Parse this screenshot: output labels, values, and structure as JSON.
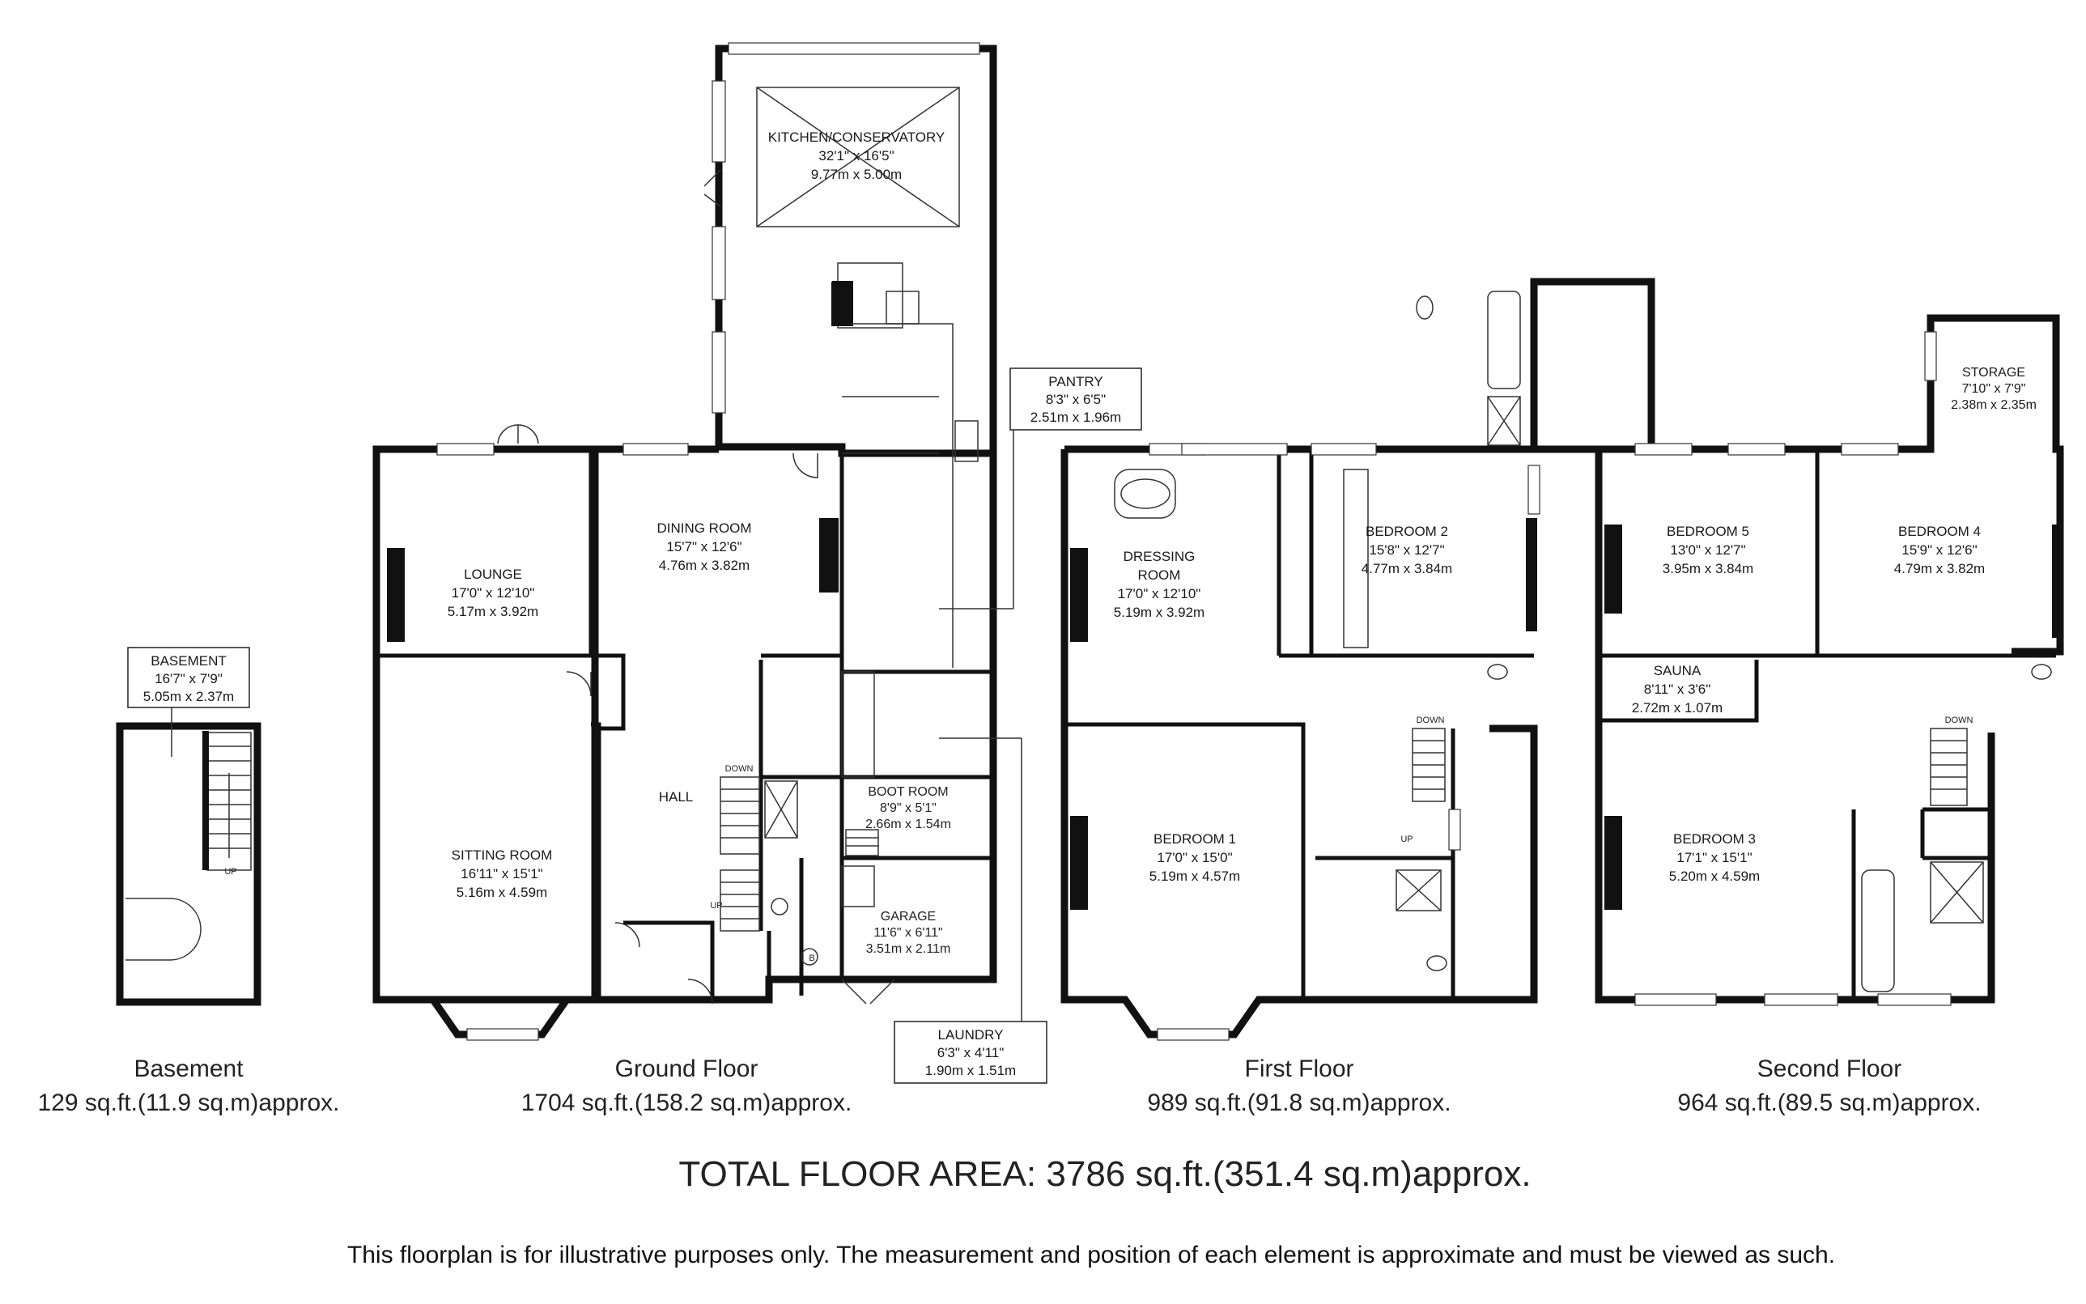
{
  "rooms": {
    "basement": {
      "name": "BASEMENT",
      "dim_imperial": "16'7\" x 7'9\"",
      "dim_metric": "5.05m x 2.37m"
    },
    "kitchen": {
      "name": "KITCHEN/CONSERVATORY",
      "dim_imperial": "32'1\" x 16'5\"",
      "dim_metric": "9.77m x 5.00m"
    },
    "pantry": {
      "name": "PANTRY",
      "dim_imperial": "8'3\" x 6'5\"",
      "dim_metric": "2.51m x 1.96m"
    },
    "lounge": {
      "name": "LOUNGE",
      "dim_imperial": "17'0\" x 12'10\"",
      "dim_metric": "5.17m x 3.92m"
    },
    "dining": {
      "name": "DINING ROOM",
      "dim_imperial": "15'7\" x 12'6\"",
      "dim_metric": "4.76m x 3.82m"
    },
    "hall": {
      "name": "HALL"
    },
    "sitting": {
      "name": "SITTING ROOM",
      "dim_imperial": "16'11\" x 15'1\"",
      "dim_metric": "5.16m x 4.59m"
    },
    "bootroom": {
      "name": "BOOT ROOM",
      "dim_imperial": "8'9\" x 5'1\"",
      "dim_metric": "2.66m x 1.54m"
    },
    "garage": {
      "name": "GARAGE",
      "dim_imperial": "11'6\" x 6'11\"",
      "dim_metric": "3.51m x 2.11m"
    },
    "laundry": {
      "name": "LAUNDRY",
      "dim_imperial": "6'3\" x 4'11\"",
      "dim_metric": "1.90m x 1.51m"
    },
    "dressing": {
      "name_line1": "DRESSING",
      "name_line2": "ROOM",
      "dim_imperial": "17'0\" x 12'10\"",
      "dim_metric": "5.19m x 3.92m"
    },
    "bedroom2": {
      "name": "BEDROOM 2",
      "dim_imperial": "15'8\" x 12'7\"",
      "dim_metric": "4.77m x 3.84m"
    },
    "bedroom1": {
      "name": "BEDROOM 1",
      "dim_imperial": "17'0\" x 15'0\"",
      "dim_metric": "5.19m x 4.57m"
    },
    "bedroom5": {
      "name": "BEDROOM 5",
      "dim_imperial": "13'0\" x 12'7\"",
      "dim_metric": "3.95m x 3.84m"
    },
    "bedroom4": {
      "name": "BEDROOM 4",
      "dim_imperial": "15'9\" x 12'6\"",
      "dim_metric": "4.79m x 3.82m"
    },
    "storage": {
      "name": "STORAGE",
      "dim_imperial": "7'10\" x 7'9\"",
      "dim_metric": "2.38m x 2.35m"
    },
    "sauna": {
      "name": "SAUNA",
      "dim_imperial": "8'11\" x 3'6\"",
      "dim_metric": "2.72m x 1.07m"
    },
    "bedroom3": {
      "name": "BEDROOM 3",
      "dim_imperial": "17'1\" x 15'1\"",
      "dim_metric": "5.20m x 4.59m"
    }
  },
  "stair_labels": {
    "up": "UP",
    "down": "DOWN",
    "boiler": "B"
  },
  "floors": {
    "basement": {
      "name": "Basement",
      "area": "129 sq.ft.(11.9 sq.m)approx."
    },
    "ground": {
      "name": "Ground Floor",
      "area": "1704 sq.ft.(158.2 sq.m)approx."
    },
    "first": {
      "name": "First Floor",
      "area": "989 sq.ft.(91.8 sq.m)approx."
    },
    "second": {
      "name": "Second Floor",
      "area": "964 sq.ft.(89.5 sq.m)approx."
    }
  },
  "total_area": "TOTAL FLOOR AREA: 3786 sq.ft.(351.4 sq.m)approx.",
  "disclaimer": "This floorplan is for illustrative purposes only. The measurement and position of each element is approximate and must be viewed as such."
}
